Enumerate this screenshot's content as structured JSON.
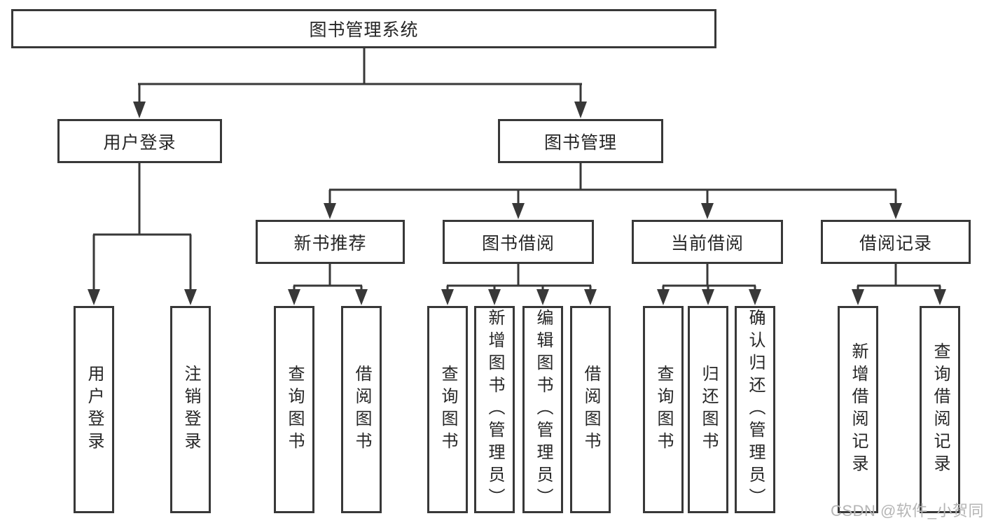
{
  "diagram": {
    "type": "hierarchy-tree",
    "title": "图书管理系统"
  },
  "tree": {
    "root": {
      "label": "图书管理系统"
    },
    "level2": [
      {
        "label": "用户登录"
      },
      {
        "label": "图书管理"
      }
    ],
    "level3": [
      {
        "label": "新书推荐",
        "parent": "图书管理"
      },
      {
        "label": "图书借阅",
        "parent": "图书管理"
      },
      {
        "label": "当前借阅",
        "parent": "图书管理"
      },
      {
        "label": "借阅记录",
        "parent": "图书管理"
      }
    ],
    "leaves": [
      {
        "parent": "用户登录",
        "items": [
          {
            "label": "用户登录"
          },
          {
            "label": "注销登录"
          }
        ]
      },
      {
        "parent": "新书推荐",
        "items": [
          {
            "label": "查询图书"
          },
          {
            "label": "借阅图书"
          }
        ]
      },
      {
        "parent": "图书借阅",
        "items": [
          {
            "label": "查询图书"
          },
          {
            "label": "新增图书（管理员）"
          },
          {
            "label": "编辑图书（管理员）"
          },
          {
            "label": "借阅图书"
          }
        ]
      },
      {
        "parent": "当前借阅",
        "items": [
          {
            "label": "查询图书"
          },
          {
            "label": "归还图书"
          },
          {
            "label": "确认归还（管理员）"
          }
        ]
      },
      {
        "parent": "借阅记录",
        "items": [
          {
            "label": "新增借阅记录"
          },
          {
            "label": "查询借阅记录"
          }
        ]
      }
    ]
  },
  "watermark": "CSDN @软件_小贺同学",
  "colors": {
    "line": "#383838",
    "text": "#262626",
    "background": "#ffffff",
    "watermark": "#b5b5b5"
  }
}
